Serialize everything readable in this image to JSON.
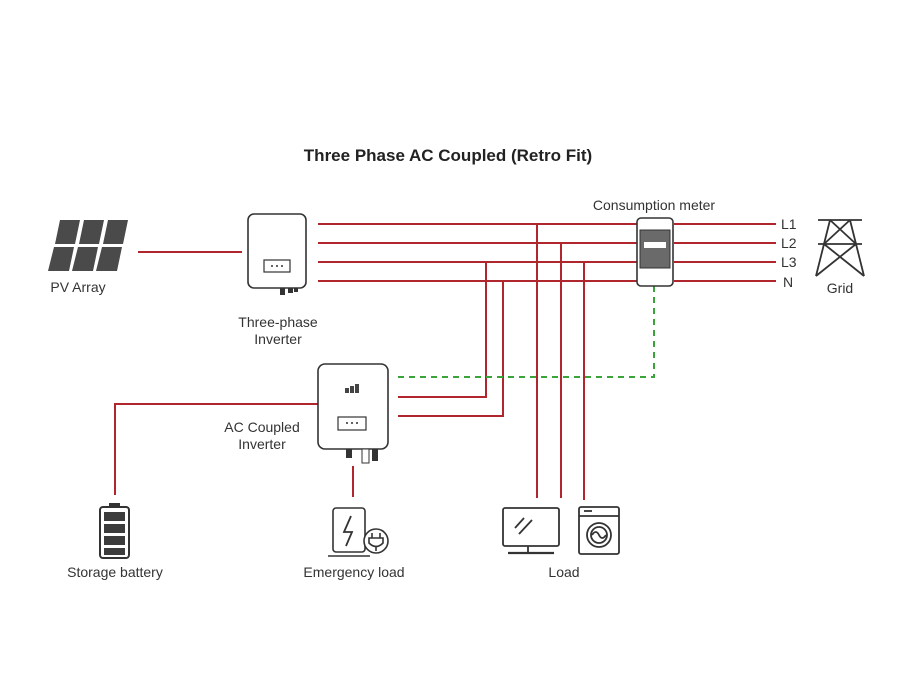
{
  "title": "Three Phase AC Coupled (Retro Fit)",
  "labels": {
    "pv_array": "PV Array",
    "three_phase_inverter_line1": "Three-phase",
    "three_phase_inverter_line2": "Inverter",
    "consumption_meter": "Consumption meter",
    "grid": "Grid",
    "ac_coupled_inverter_line1": "AC Coupled",
    "ac_coupled_inverter_line2": "Inverter",
    "storage_battery": "Storage battery",
    "emergency_load": "Emergency load",
    "load": "Load"
  },
  "lines": [
    "L1",
    "L2",
    "L3",
    "N"
  ],
  "colors": {
    "power_wire": "#b0262c",
    "comm_wire": "#3aa33a",
    "outline": "#333333",
    "panel": "#4a4a4a"
  },
  "icons": {
    "pv": "solar-panel-icon",
    "grid": "transmission-tower-icon",
    "meter": "meter-icon",
    "battery": "battery-icon",
    "emergency": "emergency-load-icon",
    "monitor": "monitor-icon",
    "washer": "washing-machine-icon"
  }
}
